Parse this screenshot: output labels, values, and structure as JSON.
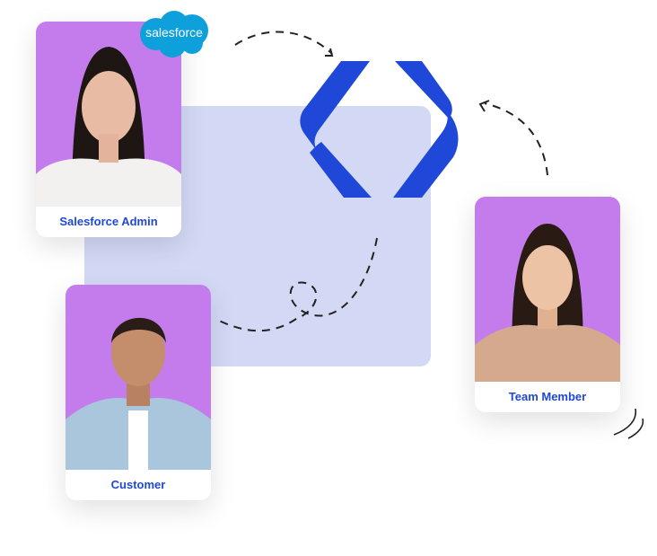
{
  "brand": {
    "logo_text": "salesforce",
    "accent": "#1f48d8",
    "card_bg": "#c47ced",
    "panel_bg": "#d3d9f5"
  },
  "cards": [
    {
      "label": "Salesforce Admin"
    },
    {
      "label": "Customer"
    },
    {
      "label": "Team Member"
    }
  ]
}
